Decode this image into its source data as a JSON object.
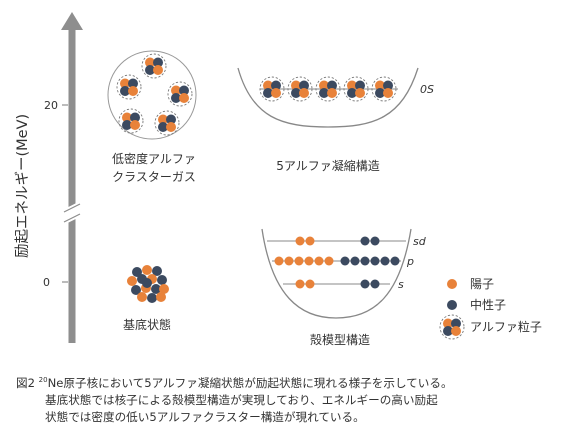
{
  "axis": {
    "label": "励起エネルギー(MeV)",
    "ticks": [
      "20",
      "0"
    ]
  },
  "states": {
    "gas": {
      "line1": "低密度アルファ",
      "line2": "クラスターガス"
    },
    "condensate": {
      "label": "5アルファ凝縮構造",
      "orbital": "0S"
    },
    "shell": {
      "label": "殻模型構造",
      "orbitals": [
        "sd",
        "p",
        "s"
      ]
    },
    "ground": {
      "label": "基底状態"
    }
  },
  "legend": {
    "proton": "陽子",
    "neutron": "中性子",
    "alpha": "アルファ粒子"
  },
  "colors": {
    "proton": "#E8823A",
    "neutron": "#3C4A60",
    "arrow": "#8E8E8E",
    "line": "#888888"
  },
  "caption": {
    "prefix": "図2",
    "sup": "20",
    "line1": "Ne原子核において5アルファ凝縮状態が励起状態に現れる様子を示している。",
    "line2": "基底状態では核子による殻模型構造が実現しており、エネルギーの高い励起",
    "line3": "状態では密度の低い5アルファクラスター構造が現れている。"
  }
}
